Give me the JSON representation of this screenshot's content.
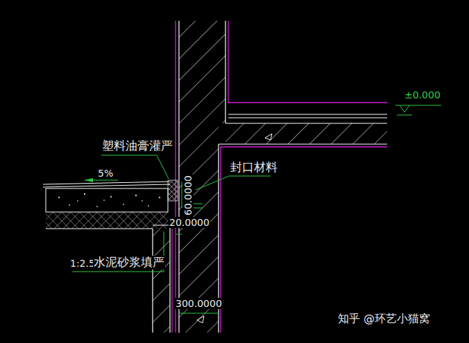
{
  "diagram": {
    "labels": [
      "塑料油膏灌严",
      "封口材料",
      "5%",
      "60.0000",
      "20.0000",
      "1:2.5",
      "水泥砂浆填严",
      "300.0000",
      "±0.000",
      "知乎 @环艺小猫窝"
    ]
  }
}
